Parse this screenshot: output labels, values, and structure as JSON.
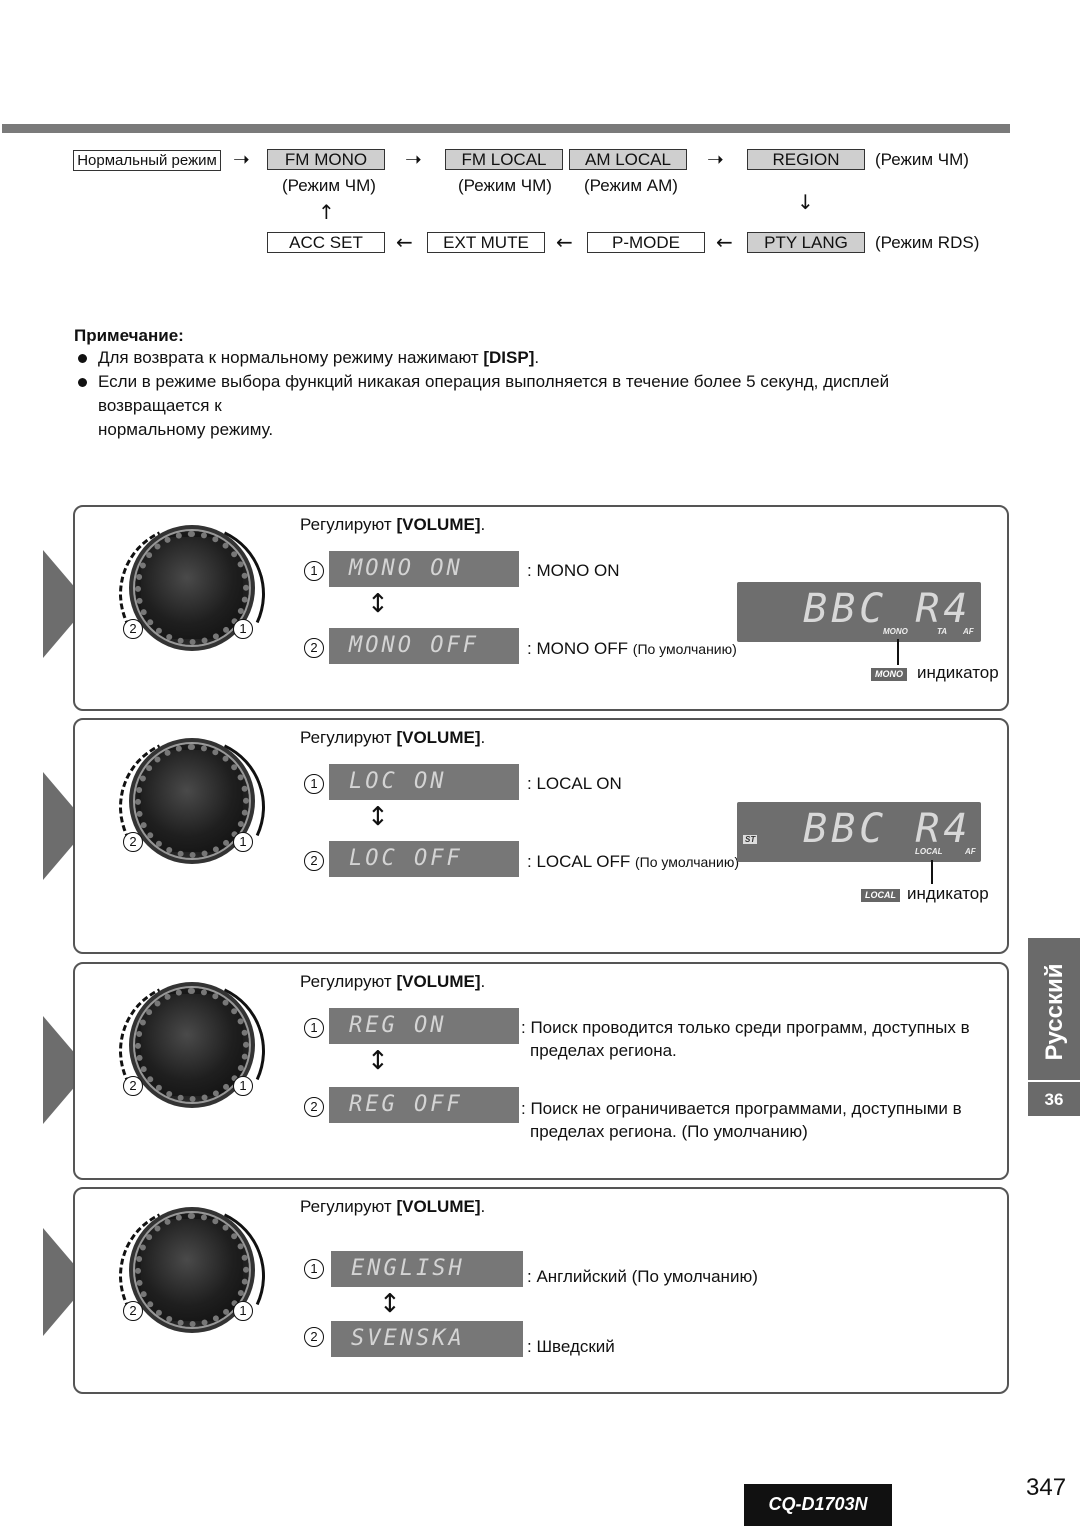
{
  "flow": {
    "normal": "Нормальный режим",
    "fm_mono": "FM MONO",
    "fm_local": "FM LOCAL",
    "am_local": "AM LOCAL",
    "region": "REGION",
    "region_mode": "(Режим ЧМ)",
    "fm_mono_mode": "(Режим ЧМ)",
    "fm_local_mode": "(Режим ЧМ)",
    "am_local_mode": "(Режим АМ)",
    "acc_set": "ACC SET",
    "ext_mute": "EXT MUTE",
    "p_mode": "P-MODE",
    "pty_lang": "PTY LANG",
    "pty_mode": "(Режим RDS)"
  },
  "note": {
    "title": "Примечание:",
    "item1_pre": "Для возврата к нормальному режиму нажимают ",
    "item1_key": "[DISP]",
    "item1_post": ".",
    "item2_line1": "Если в режиме выбора функций никакая операция выполняется в течение более 5 секунд, дисплей возвращается к",
    "item2_line2": "нормальному режиму."
  },
  "panels": [
    {
      "adjust_pre": "Регулируют ",
      "adjust_key": "[VOLUME]",
      "adjust_post": ".",
      "lcd1": "MONO ON",
      "lcd2": "MONO OFF",
      "desc1": ": MONO ON",
      "desc2": ": MONO OFF",
      "desc2_small": "(По умолчанию)",
      "display_text": "BBC R4",
      "display_badges": [
        "MONO",
        "TA",
        "AF"
      ],
      "indicator_badge": "MONO",
      "indicator_label": "индикатор"
    },
    {
      "adjust_pre": "Регулируют ",
      "adjust_key": "[VOLUME]",
      "adjust_post": ".",
      "lcd1": "LOC ON",
      "lcd2": "LOC OFF",
      "desc1": ": LOCAL ON",
      "desc2": ": LOCAL OFF",
      "desc2_small": "(По умолчанию)",
      "display_text": "BBC R4",
      "display_badges": [
        "ST",
        "LOCAL",
        "AF"
      ],
      "indicator_badge": "LOCAL",
      "indicator_label": "индикатор"
    },
    {
      "adjust_pre": "Регулируют ",
      "adjust_key": "[VOLUME]",
      "adjust_post": ".",
      "lcd1": "REG ON",
      "lcd2": "REG OFF",
      "desc1_line1": ": Поиск проводится только среди программ, доступных в",
      "desc1_line2": "пределах региона.",
      "desc2_line1": ": Поиск не ограничивается программами, доступными в",
      "desc2_line2": "пределах региона. (По умолчанию)"
    },
    {
      "adjust_pre": "Регулируют ",
      "adjust_key": "[VOLUME]",
      "adjust_post": ".",
      "lcd1": "ENGLISH",
      "lcd2": "SVENSKA",
      "desc1": ": Английский (По умолчанию)",
      "desc2": ":  Шведский"
    }
  ],
  "markers": {
    "one": "1",
    "two": "2"
  },
  "sidetab": {
    "language": "Русский",
    "page": "36"
  },
  "footer": {
    "model": "CQ-D1703N",
    "page_number": "347"
  }
}
